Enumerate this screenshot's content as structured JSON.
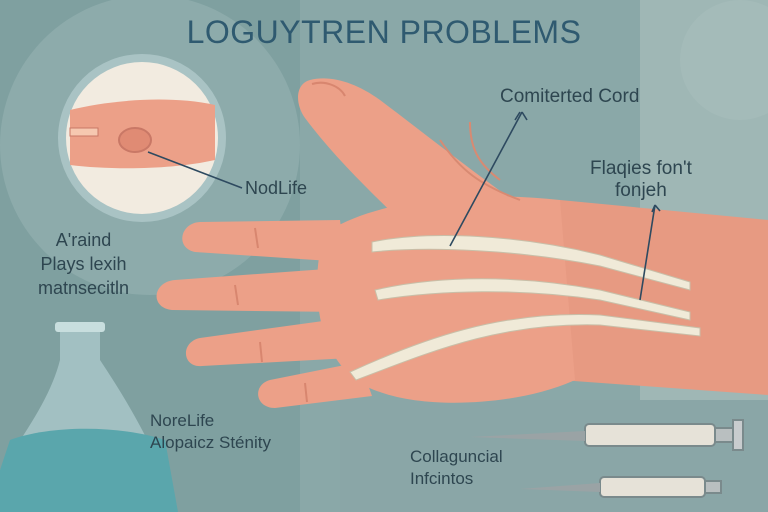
{
  "title": "LOGUYTREN PROBLEMS",
  "labels": {
    "cord": "Comiterted Cord",
    "plaques": [
      "Flaqies fon't",
      "fonjeh"
    ],
    "nodule": "NodLife",
    "arand": [
      "A'raind",
      "Plays lexih",
      "matnsecitln"
    ],
    "norelife": [
      "NoreLife",
      "Alopaicz Sténity"
    ],
    "collagen": [
      "Collaguncial",
      "Infcintos"
    ]
  },
  "colors": {
    "background": "#8aa8a8",
    "skin": "#eca088",
    "cord": "#f0ead8",
    "title": "#2f5a70",
    "leader_line": "#2e4a60",
    "flask_liquid": "#5aa6ac"
  },
  "icons": [
    "hand-illustration",
    "magnifier-inset",
    "flask-icon",
    "syringe-icon"
  ]
}
